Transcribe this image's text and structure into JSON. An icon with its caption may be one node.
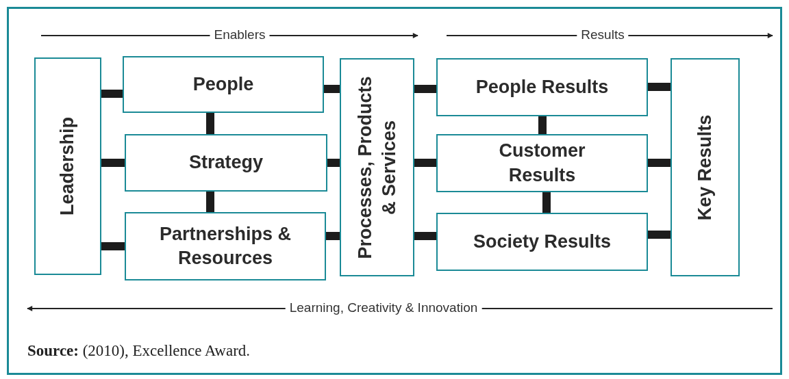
{
  "diagram": {
    "nodes": [
      {
        "text": [
          "Leadership"
        ]
      },
      {
        "text": [
          "People"
        ]
      },
      {
        "text": [
          "Strategy"
        ]
      },
      {
        "text": [
          "Partnerships & Resources"
        ]
      },
      {
        "text": [
          "Processes, Products & Services"
        ]
      },
      {
        "text": [
          "People Results"
        ]
      },
      {
        "text": [
          "Customer Results"
        ]
      },
      {
        "text": [
          "Society Results"
        ]
      },
      {
        "text": [
          "Key Results"
        ]
      }
    ],
    "edges": [
      {
        "from": 0,
        "to": 1,
        "arrow": "none"
      },
      {
        "from": 0,
        "to": 2,
        "arrow": "none"
      },
      {
        "from": 0,
        "to": 3,
        "arrow": "none"
      },
      {
        "from": 1,
        "to": 2,
        "arrow": "none"
      },
      {
        "from": 2,
        "to": 3,
        "arrow": "none"
      },
      {
        "from": 1,
        "to": 4,
        "arrow": "none"
      },
      {
        "from": 2,
        "to": 4,
        "arrow": "none"
      },
      {
        "from": 3,
        "to": 4,
        "arrow": "none"
      },
      {
        "from": 4,
        "to": 5,
        "arrow": "none"
      },
      {
        "from": 4,
        "to": 6,
        "arrow": "none"
      },
      {
        "from": 4,
        "to": 7,
        "arrow": "none"
      },
      {
        "from": 5,
        "to": 6,
        "arrow": "none"
      },
      {
        "from": 6,
        "to": 7,
        "arrow": "none"
      },
      {
        "from": 5,
        "to": 8,
        "arrow": "none"
      },
      {
        "from": 6,
        "to": 8,
        "arrow": "none"
      },
      {
        "from": 7,
        "to": 8,
        "arrow": "none"
      }
    ],
    "labels": [
      "Enablers",
      "Results",
      "Learning, Creativity & Innovation",
      "**Source:** (2010), Excellence Award."
    ]
  }
}
